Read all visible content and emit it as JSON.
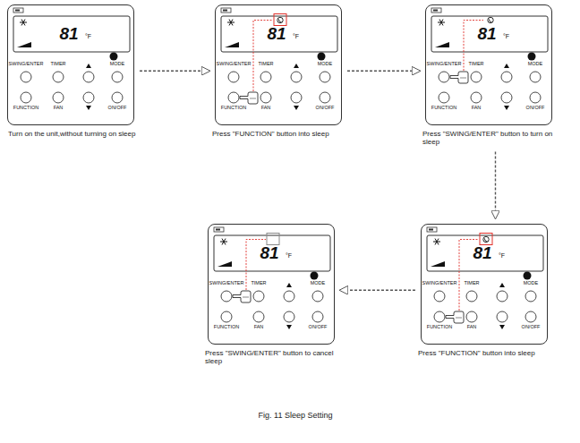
{
  "diagram": {
    "caption": "Fig. 11 Sleep Setting",
    "nodes": [
      {
        "text": [
          "81",
          "°F",
          "SWING/ENTER",
          "TIMER",
          "MODE",
          "FUNCTION",
          "FAN",
          "ON/OFF",
          "Turn on the unit,without turning on sleep"
        ]
      },
      {
        "text": [
          "81",
          "°F",
          "SWING/ENTER",
          "TIMER",
          "MODE",
          "FUNCTION",
          "FAN",
          "ON/OFF",
          "Press \"FUNCTION\" button into sleep"
        ]
      },
      {
        "text": [
          "81",
          "°F",
          "SWING/ENTER",
          "TIMER",
          "MODE",
          "FUNCTION",
          "FAN",
          "ON/OFF",
          "Press \"SWING/ENTER\" button to turn on sleep"
        ]
      },
      {
        "text": [
          "81",
          "°F",
          "SWING/ENTER",
          "TIMER",
          "MODE",
          "FUNCTION",
          "FAN",
          "ON/OFF",
          "Press \"SWING/ENTER\" button to cancel sleep"
        ]
      },
      {
        "text": [
          "81",
          "°F",
          "SWING/ENTER",
          "TIMER",
          "MODE",
          "FUNCTION",
          "FAN",
          "ON/OFF",
          "Press \"FUNCTION\" button into sleep"
        ]
      }
    ],
    "edges": [
      {
        "from": 0,
        "to": 1,
        "arrow": "to"
      },
      {
        "from": 1,
        "to": 2,
        "arrow": "to"
      },
      {
        "from": 2,
        "to": 4,
        "arrow": "to"
      },
      {
        "from": 4,
        "to": 3,
        "arrow": "to"
      }
    ]
  }
}
